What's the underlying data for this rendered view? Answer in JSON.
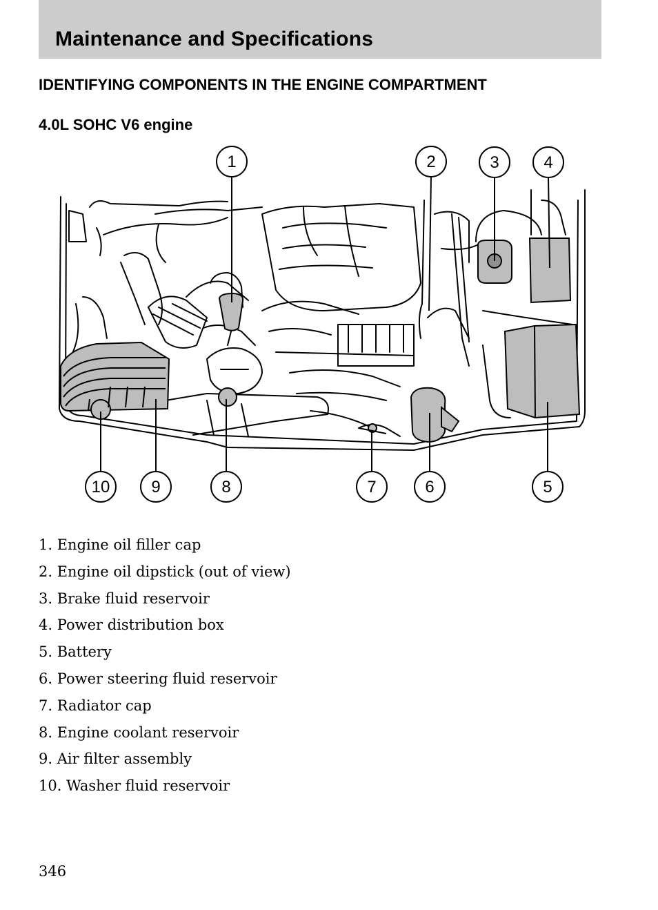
{
  "header": {
    "title": "Maintenance and Specifications",
    "band_color": "#cccccc"
  },
  "section": {
    "title": "IDENTIFYING COMPONENTS IN THE ENGINE COMPARTMENT"
  },
  "engine": {
    "title": "4.0L SOHC V6 engine"
  },
  "diagram": {
    "callouts": [
      {
        "number": "1"
      },
      {
        "number": "2"
      },
      {
        "number": "3"
      },
      {
        "number": "4"
      },
      {
        "number": "5"
      },
      {
        "number": "6"
      },
      {
        "number": "7"
      },
      {
        "number": "8"
      },
      {
        "number": "9"
      },
      {
        "number": "10"
      }
    ],
    "shading_color": "#bdbdbd"
  },
  "components": [
    "1. Engine oil filler cap",
    "2. Engine oil dipstick (out of view)",
    "3. Brake fluid reservoir",
    "4. Power distribution box",
    "5. Battery",
    "6. Power steering fluid reservoir",
    "7. Radiator cap",
    "8. Engine coolant reservoir",
    "9. Air filter assembly",
    "10. Washer fluid reservoir"
  ],
  "page_number": "346"
}
